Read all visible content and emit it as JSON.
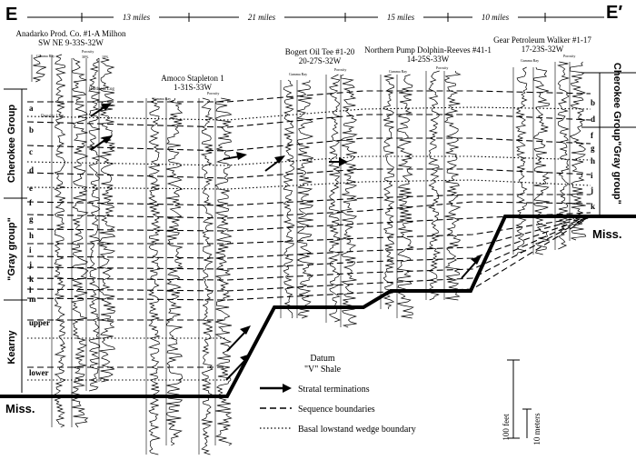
{
  "section_end_left": "E",
  "section_end_right": "E′",
  "distances": [
    "13 miles",
    "21 miles",
    "15 miles",
    "10 miles"
  ],
  "wells": [
    {
      "name": "Anadarko Prod. Co. #1-A Milhon",
      "location": "SW NE 9-33S-32W"
    },
    {
      "name": "Amoco Stapleton 1",
      "location": "1-31S-33W"
    },
    {
      "name": "Bogert Oil Tee #1-20",
      "location": "20-27S-32W"
    },
    {
      "name": "Northern Pump Dolphin-Reeves #41-1",
      "location": "14-25S-33W"
    },
    {
      "name": "Gear Petroleum Walker #1-17",
      "location": "17-23S-32W"
    }
  ],
  "log_headers": {
    "gamma": "Gamma Ray",
    "porosity": "Porosity",
    "pct_left": "30%",
    "pct_right": "10%",
    "pct_right2": "20%",
    "pct_right3": "0%"
  },
  "small_labels": {
    "hardness": "Hardness Log",
    "density": "Density Log"
  },
  "groups_left": {
    "cherokee": "Cherokee Group",
    "gray": "\"Gray group\"",
    "kearny": "Kearny"
  },
  "groups_right": {
    "cherokee": "Cherokee Group",
    "gray": "\"Gray group\""
  },
  "units_left": [
    "a",
    "b",
    "c",
    "d",
    "e",
    "f",
    "g",
    "h",
    "i",
    "j",
    "k",
    "l",
    "m"
  ],
  "kearny_units": [
    "upper",
    "lower"
  ],
  "units_right": [
    "b",
    "d",
    "f",
    "g",
    "h",
    "i",
    "j",
    "k"
  ],
  "miss_label": "Miss.",
  "datum": {
    "line1": "Datum",
    "line2": "\"V\" Shale"
  },
  "legend": {
    "stratal": "Stratal terminations",
    "sequence": "Sequence boundaries",
    "basal": "Basal lowstand wedge boundary"
  },
  "scale": {
    "feet": "100 feet",
    "meters": "10 meters"
  }
}
